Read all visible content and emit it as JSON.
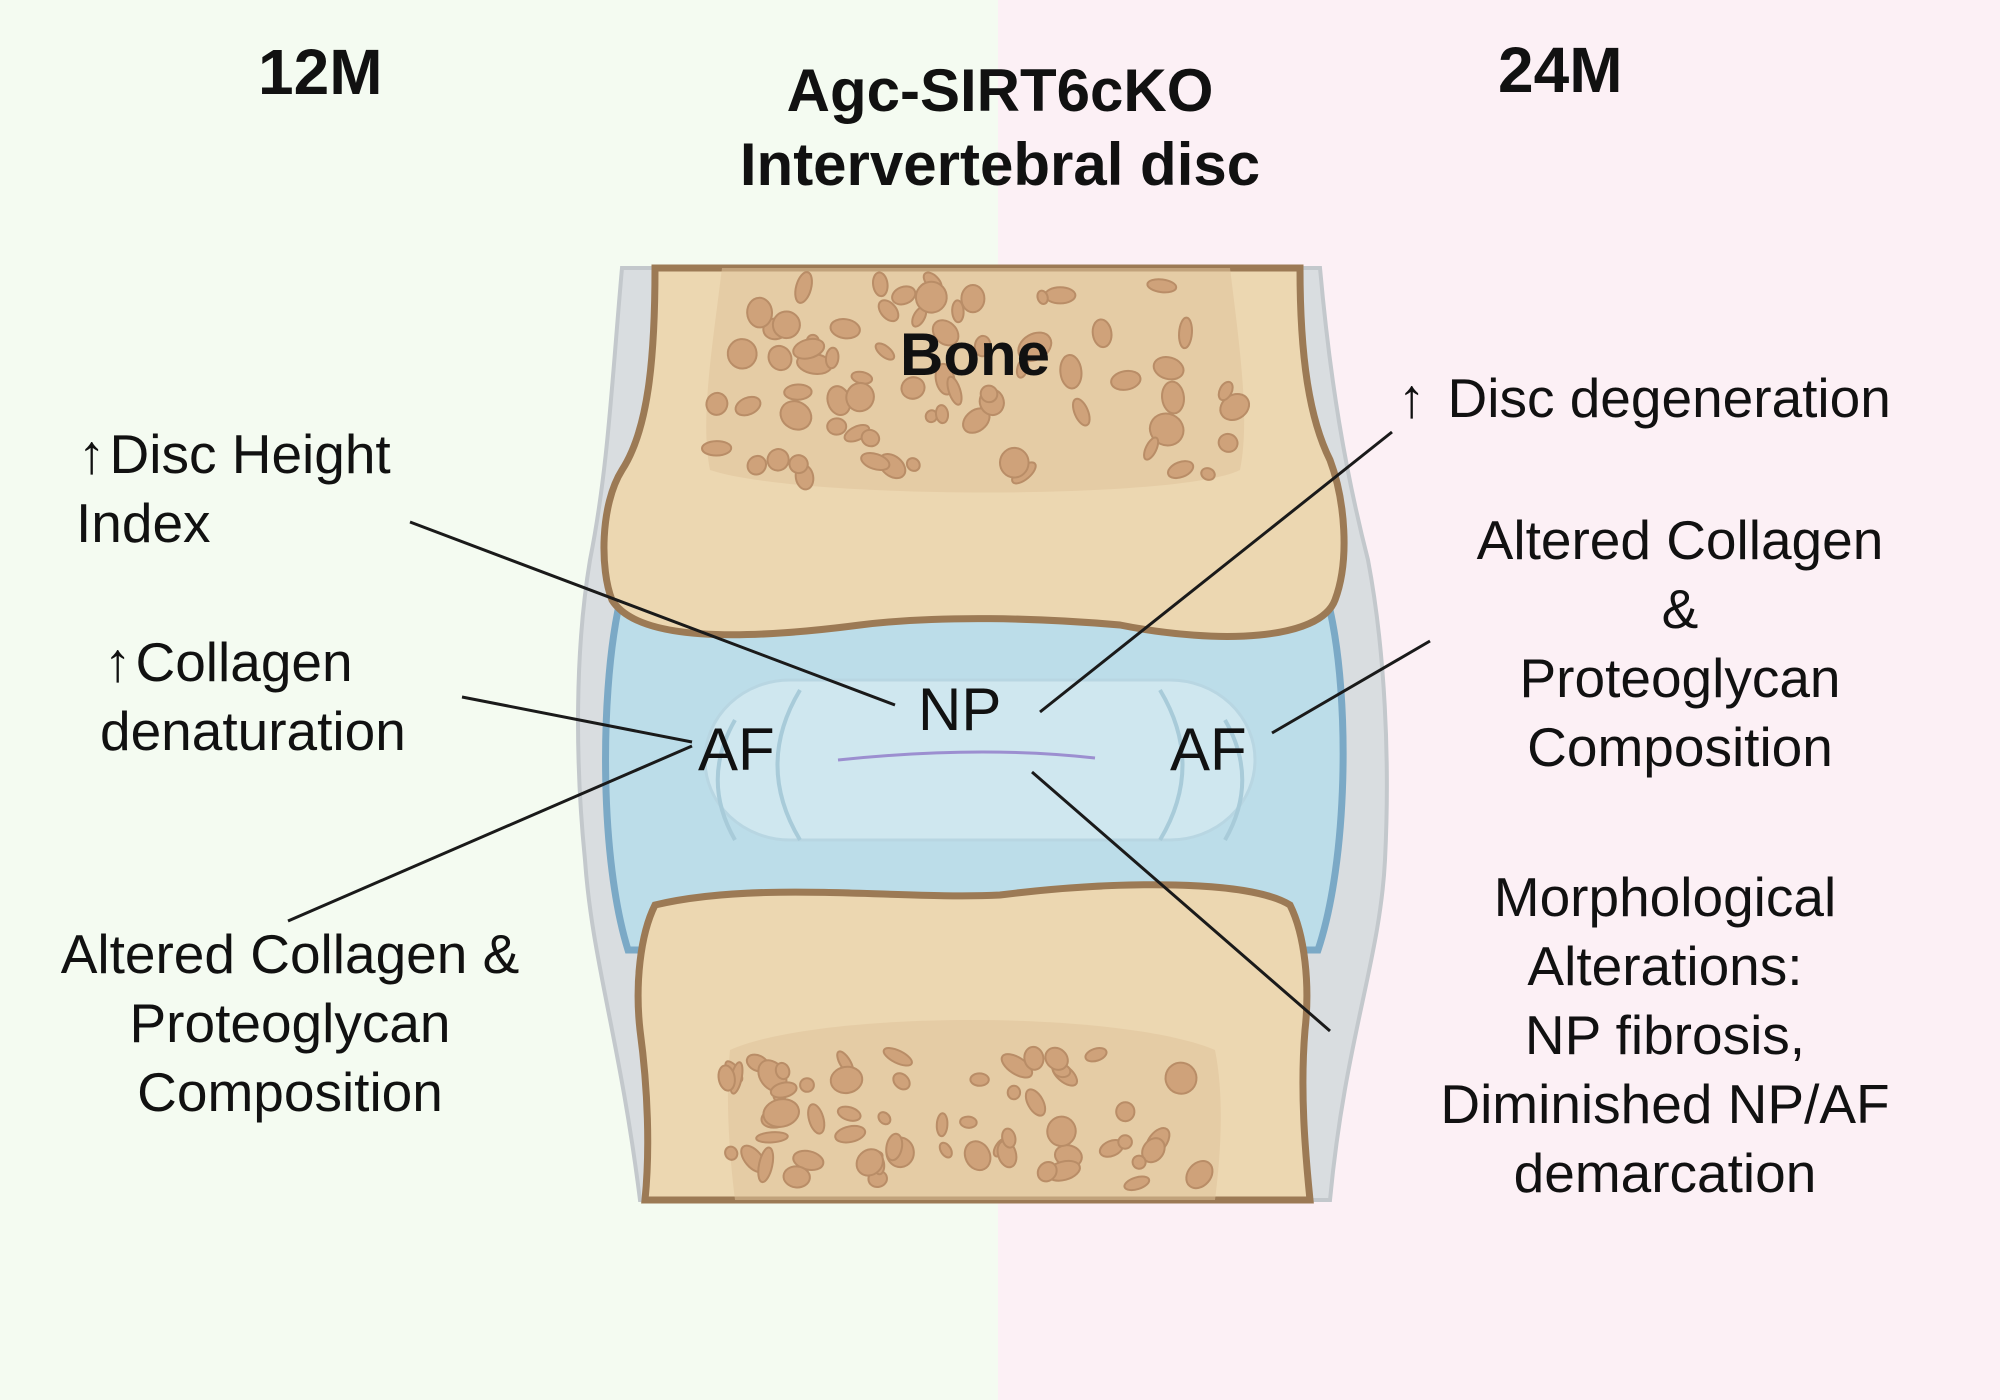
{
  "headings": {
    "left_period": "12M",
    "right_period": "24M",
    "title_line1": "Agc-SIRT6cKO",
    "title_line2": "Intervertebral disc"
  },
  "regions": {
    "bone": "Bone",
    "np": "NP",
    "af_left": "AF",
    "af_right": "AF"
  },
  "arrow_glyph": "↑",
  "left_notes": {
    "disc_height_line1": "Disc Height",
    "disc_height_line2": "Index",
    "collagen_line1": "Collagen",
    "collagen_line2": "denaturation",
    "altered_line1": "Altered Collagen &",
    "altered_line2": "Proteoglycan",
    "altered_line3": "Composition"
  },
  "right_notes": {
    "degeneration": "Disc degeneration",
    "altered_line1": "Altered Collagen",
    "altered_line2": "&",
    "altered_line3": "Proteoglycan",
    "altered_line4": "Composition",
    "morph_line1": "Morphological",
    "morph_line2": "Alterations:",
    "morph_line3": "NP fibrosis,",
    "morph_line4": "Diminished NP/AF",
    "morph_line5": "demarcation"
  },
  "colors": {
    "left_bg": "#f4fbf1",
    "right_bg": "#fcf0f5",
    "bone_fill": "#ecd7b1",
    "bone_outline": "#9c7a55",
    "bone_pores": "#cfa27a",
    "disc_fill": "#bcdde9",
    "disc_outline": "#7ba9c6",
    "periosteum": "#d8dcdf"
  }
}
